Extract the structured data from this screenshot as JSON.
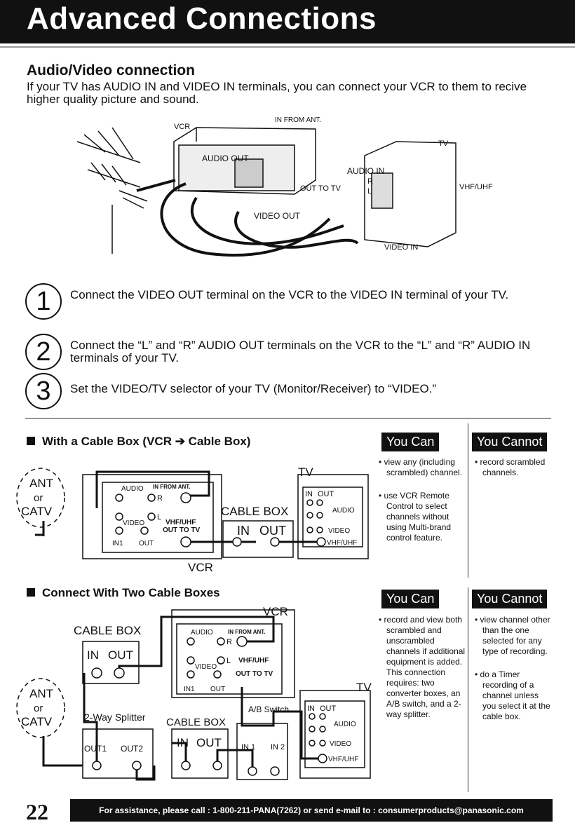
{
  "header": {
    "title": "Advanced Connections"
  },
  "section": {
    "title": "Audio/Video connection",
    "intro": "If your TV has AUDIO IN and VIDEO IN terminals, you can connect your VCR to them to recive higher quality picture and sound."
  },
  "diagram1": {
    "vcr": "VCR",
    "in_from_ant": "IN FROM ANT.",
    "audio_out": "AUDIO OUT",
    "out_to_tv": "OUT TO TV",
    "video_out": "VIDEO OUT",
    "tv": "TV",
    "audio_in": "AUDIO IN",
    "r": "R",
    "l": "L",
    "vhf_uhf": "VHF/UHF",
    "video_in": "VIDEO IN"
  },
  "steps": [
    {
      "num": "1",
      "text": "Connect the VIDEO OUT terminal on the VCR to the VIDEO IN terminal of your TV."
    },
    {
      "num": "2",
      "text": "Connect the “L” and “R” AUDIO OUT terminals on the VCR to the “L” and “R” AUDIO IN terminals of your TV."
    },
    {
      "num": "3",
      "text": "Set the VIDEO/TV selector of your TV (Monitor/Receiver) to “VIDEO.”"
    }
  ],
  "cable_box": {
    "title": "With a Cable Box (VCR ➔ Cable Box)",
    "you_can": "You Can",
    "you_cannot": "You Cannot",
    "can_items": [
      "view any (including scrambled) channel.",
      "use VCR Remote Control to select channels without using Multi-brand control feature."
    ],
    "cannot_items": [
      "record scrambled channels."
    ],
    "diagram": {
      "ant": "ANT",
      "or": "or",
      "catv": "CATV",
      "audio": "AUDIO",
      "in_from_ant": "IN FROM ANT.",
      "r": "R",
      "l": "L",
      "video": "VIDEO",
      "vhf_uhf": "VHF/UHF",
      "out_to_tv": "OUT TO TV",
      "in1": "IN1",
      "out": "OUT",
      "vcr": "VCR",
      "cable_box": "CABLE BOX",
      "in": "IN",
      "out_big": "OUT",
      "tv": "TV",
      "tv_in": "IN",
      "tv_out": "OUT",
      "tv_audio": "AUDIO",
      "tv_video": "VIDEO",
      "tv_vhf": "VHF/UHF"
    }
  },
  "two_boxes": {
    "title": "Connect With Two Cable Boxes",
    "you_can": "You Can",
    "you_cannot": "You Cannot",
    "can_items": [
      "record and view both scrambled and unscrambled channels if additional equipment is added. This connection requires: two converter boxes, an A/B switch, and a 2-way splitter."
    ],
    "cannot_items": [
      "view channel other than the one selected for any type of recording.",
      "do a Timer recording of a channel unless you select it at the cable box."
    ],
    "diagram": {
      "vcr": "VCR",
      "cable_box1": "CABLE BOX",
      "in": "IN",
      "out": "OUT",
      "audio": "AUDIO",
      "in_from_ant": "IN FROM ANT.",
      "r": "R",
      "l": "L",
      "video": "VIDEO",
      "vhf_uhf": "VHF/UHF",
      "out_to_tv": "OUT TO TV",
      "in1": "IN1",
      "out_small": "OUT",
      "ant": "ANT",
      "or": "or",
      "catv": "CATV",
      "splitter": "2-Way Splitter",
      "cable_box2": "CABLE BOX",
      "in2": "IN",
      "out2": "OUT",
      "ab_switch": "A/B Switch",
      "ab_in1": "IN 1",
      "ab_in2": "IN 2",
      "out1": "OUT1",
      "out2_s": "OUT2",
      "tv": "TV",
      "tv_in": "IN",
      "tv_out": "OUT",
      "tv_audio": "AUDIO",
      "tv_video": "VIDEO",
      "tv_vhf": "VHF/UHF"
    }
  },
  "footer": {
    "page_number": "22",
    "assistance": "For assistance, please call : 1-800-211-PANA(7262) or send e-mail to : consumerproducts@panasonic.com"
  }
}
